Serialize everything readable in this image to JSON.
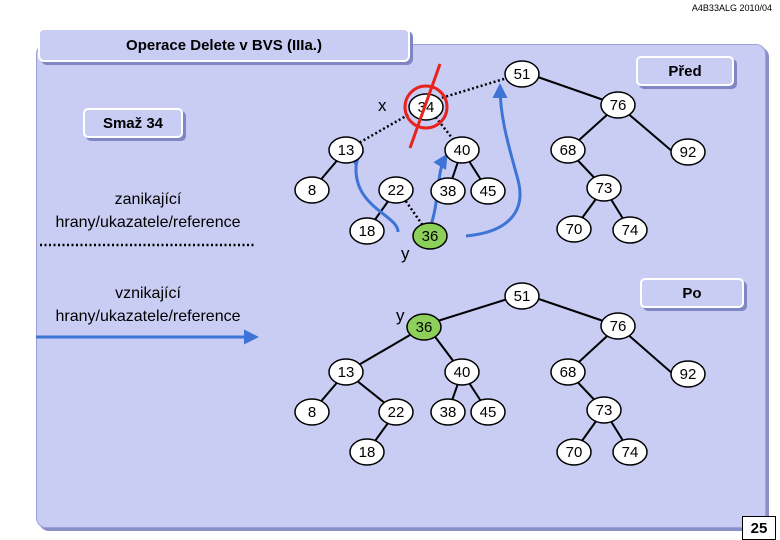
{
  "header": {
    "course": "A4B33ALG 2010/04",
    "title": "Operace Delete v BVS (IIIa.)"
  },
  "labels": {
    "delete": "Smaž 34",
    "before": "Před",
    "after": "Po",
    "x": "x",
    "y": "y"
  },
  "legend": {
    "vanishing_line1": "zanikající",
    "vanishing_line2": "hrany/ukazatele/reference",
    "arising_line1": "vznikající",
    "arising_line2": "hrany/ukazatele/reference"
  },
  "colors": {
    "panel": "#c9cdf4",
    "node": "#ffffff",
    "highlight": "#8ccf5a",
    "new_edge": "#3d74d6",
    "cross": "#e8231e"
  },
  "trees": {
    "before": {
      "nodes": [
        {
          "id": "b51",
          "label": "51"
        },
        {
          "id": "b34",
          "label": "34"
        },
        {
          "id": "b76",
          "label": "76"
        },
        {
          "id": "b13",
          "label": "13"
        },
        {
          "id": "b40",
          "label": "40"
        },
        {
          "id": "b68",
          "label": "68"
        },
        {
          "id": "b92",
          "label": "92"
        },
        {
          "id": "b8",
          "label": "8"
        },
        {
          "id": "b22",
          "label": "22"
        },
        {
          "id": "b38",
          "label": "38"
        },
        {
          "id": "b45",
          "label": "45"
        },
        {
          "id": "b73",
          "label": "73"
        },
        {
          "id": "b18",
          "label": "18"
        },
        {
          "id": "b36",
          "label": "36",
          "highlight": true
        },
        {
          "id": "b70",
          "label": "70"
        },
        {
          "id": "b74",
          "label": "74"
        }
      ]
    },
    "after": {
      "nodes": [
        {
          "id": "a51",
          "label": "51"
        },
        {
          "id": "a36",
          "label": "36",
          "highlight": true
        },
        {
          "id": "a76",
          "label": "76"
        },
        {
          "id": "a13",
          "label": "13"
        },
        {
          "id": "a40",
          "label": "40"
        },
        {
          "id": "a68",
          "label": "68"
        },
        {
          "id": "a92",
          "label": "92"
        },
        {
          "id": "a8",
          "label": "8"
        },
        {
          "id": "a22",
          "label": "22"
        },
        {
          "id": "a38",
          "label": "38"
        },
        {
          "id": "a45",
          "label": "45"
        },
        {
          "id": "a73",
          "label": "73"
        },
        {
          "id": "a18",
          "label": "18"
        },
        {
          "id": "a70",
          "label": "70"
        },
        {
          "id": "a74",
          "label": "74"
        }
      ]
    }
  },
  "page": {
    "number": "25"
  }
}
